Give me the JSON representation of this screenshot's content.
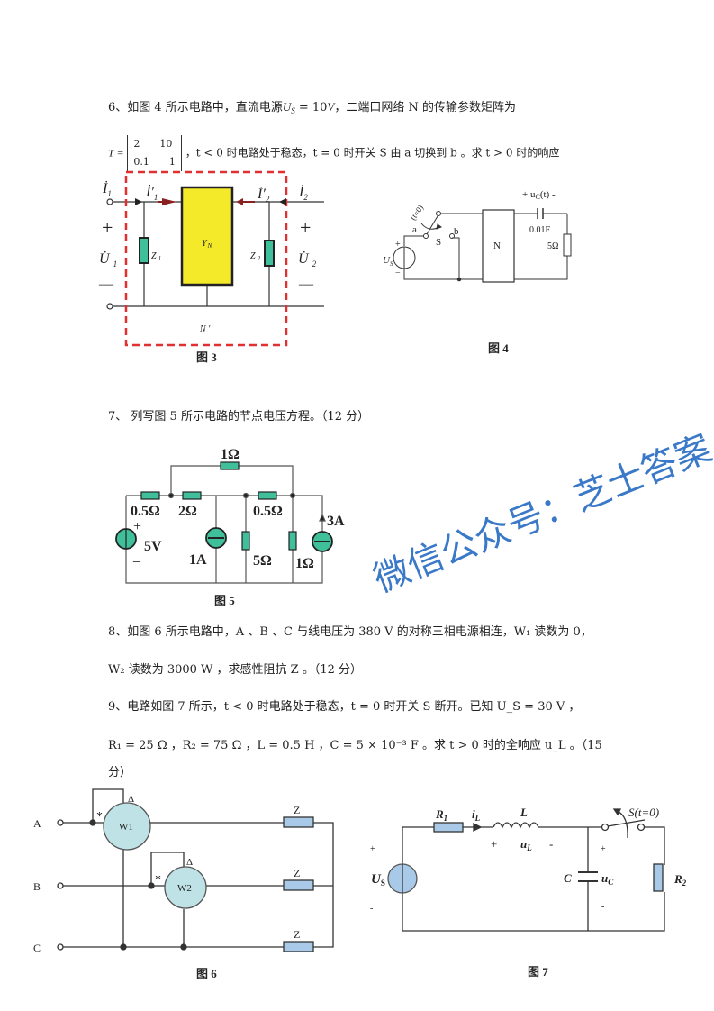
{
  "q6": {
    "prefix": "6、如图 4 所示电路中，直流电源",
    "us": "U",
    "us_sub": "S",
    "eq": " = 10",
    "unit": "V",
    "rest": "，二端口网络 N 的传输参数矩阵为",
    "T": "T =",
    "matrix": [
      [
        "2",
        "10"
      ],
      [
        "0.1",
        "1"
      ]
    ],
    "line2": "，t < 0 时电路处于稳态，t = 0 时开关 S 由 a 切换到 b 。求 t > 0 时的响应"
  },
  "fig3": {
    "caption": "图 3",
    "I1": "İ",
    "I1_sub": "1",
    "I1p": "İ′",
    "I1p_sub": "1",
    "I2p": "İ′",
    "I2p_sub": "2",
    "I2": "İ",
    "I2_sub": "2",
    "plus": "+",
    "minus": "—",
    "U1": "U̇",
    "U1_sub": "1",
    "U2": "U̇",
    "U2_sub": "2",
    "Z1": "Z",
    "Z1_sub": "1",
    "Z2": "Z",
    "Z2_sub": "2",
    "YN": "Y",
    "YN_sub": "N",
    "Nprime": "N ′"
  },
  "fig4": {
    "caption": "图 4",
    "t0": "(t=0)",
    "a": "a",
    "b": "b",
    "S": "S",
    "N": "N",
    "Us": "U",
    "Us_sub": "S",
    "uc": "+ u",
    "uc_sub": "C",
    "uc_rest": "(t) -",
    "cap": "0.01F",
    "res": "5Ω",
    "plus": "+",
    "minus": "−"
  },
  "q7": {
    "text": "7、 列写图 5 所示电路的节点电压方程。（12 分）"
  },
  "fig5": {
    "caption": "图 5",
    "r_top": "1Ω",
    "r1": "0.5Ω",
    "r2": "2Ω",
    "r3": "0.5Ω",
    "v": "5V",
    "plus": "+",
    "minus": "_",
    "i1": "1A",
    "r5": "5Ω",
    "r6": "1Ω",
    "i3": "3A"
  },
  "watermark": "微信公众号：芝士答案",
  "q8": {
    "line1": "8、如图 6 所示电路中，A 、B 、C 与线电压为 380 V 的对称三相电源相连，W₁ 读数为 0，",
    "line2": "W₂ 读数为 3000 W ，求感性阻抗 Z 。（12 分）"
  },
  "q9": {
    "line1": "9、电路如图 7 所示，t < 0 时电路处于稳态，t = 0 时开关 S 断开。已知 U_S = 30 V ，",
    "line2": "R₁ = 25 Ω ，R₂ = 75 Ω ，L = 0.5 H ，C = 5 × 10⁻³ F 。求 t > 0 时的全响应 u_L 。（15",
    "line3": "分）"
  },
  "fig6": {
    "caption": "图 6",
    "A": "A",
    "B": "B",
    "C": "C",
    "W1": "W1",
    "W2": "W2",
    "Z": "Z",
    "star": "*",
    "delta": "Δ"
  },
  "fig7": {
    "caption": "图 7",
    "R1": "R",
    "R1_sub": "1",
    "iL": "i",
    "iL_sub": "L",
    "L": "L",
    "uL": "u",
    "uL_sub": "L",
    "plus": "+",
    "minus": "-",
    "Us": "U",
    "Us_sub": "S",
    "C": "C",
    "uC": "u",
    "uC_sub": "C",
    "S": "S(t=0)",
    "R2": "R",
    "R2_sub": "2"
  },
  "colors": {
    "dashed": "#e03030",
    "yn": "#f4ea2a",
    "res": "#3fbf9a",
    "wm": "#3a78c8",
    "w": "#bfe2e6",
    "r7": "#a9c9e8"
  }
}
